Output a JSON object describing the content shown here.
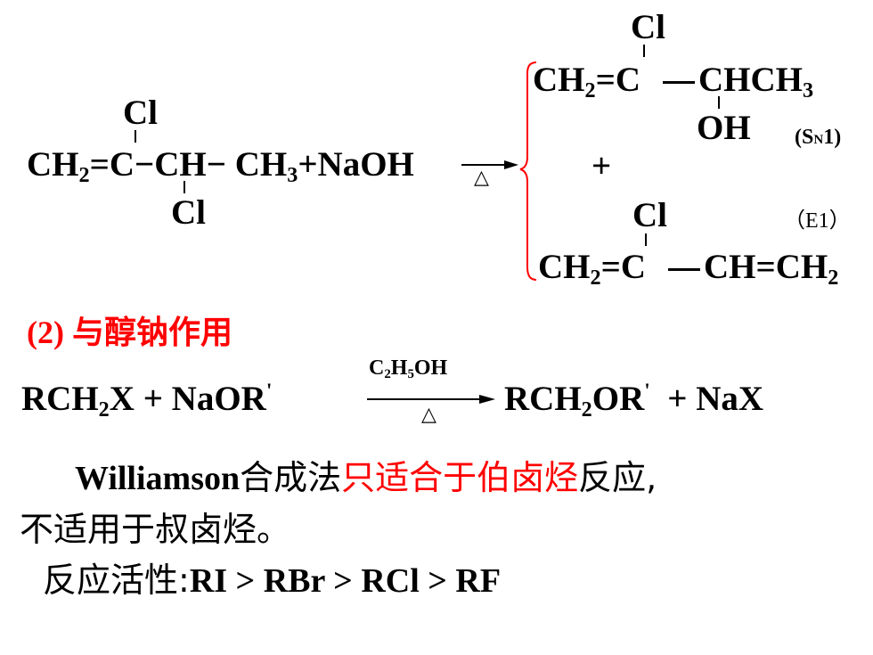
{
  "reaction1": {
    "left": {
      "cl_top": "Cl",
      "ch2": "CH",
      "ch2_sub": "2",
      "eq": "=",
      "c": "C",
      "dash1": "−",
      "ch": "CH",
      "dash2": "−",
      "ch3": "CH",
      "ch3_sub": "3",
      "plus_naoh": "+NaOH",
      "cl_bottom": "Cl"
    },
    "arrow_condition": "△",
    "product_sn1": {
      "cl": "Cl",
      "ch2": "CH",
      "ch2_sub": "2",
      "eq_c": "=C",
      "dash": "−",
      "chch3": "CHCH",
      "chch3_sub": "3",
      "oh": "OH",
      "mech_open": "(S",
      "mech_n": "N",
      "mech_close": "1)"
    },
    "plus": "+",
    "product_e1": {
      "cl": "Cl",
      "mech": "（E1）",
      "ch2": "CH",
      "ch2_sub": "2",
      "eq_c": "=C",
      "dash": "−",
      "chch": "CH=CH",
      "chch_sub": "2"
    }
  },
  "section2": {
    "title": "(2) 与醇钠作用"
  },
  "reaction2": {
    "rch2x": "RCH",
    "rch2x_sub": "2",
    "rch2x_end": "X",
    "plus_naor": "+ NaOR",
    "prime": "'",
    "cond_top_c": "C",
    "cond_top_c_sub": "2",
    "cond_top_h": "H",
    "cond_top_h_sub": "5",
    "cond_top_oh": "OH",
    "cond_bottom": "△",
    "product": "RCH",
    "product_sub": "2",
    "product_end": "OR",
    "product_prime": "'",
    "plus_nax": "+ NaX"
  },
  "text1": {
    "williamson": "Williamson",
    "part1": "合成法",
    "red_part": "只适合于伯卤烃",
    "part2": "反应,"
  },
  "text2": "不适用于叔卤烃。",
  "text3": {
    "label": "反应活性:",
    "series": "RI > RBr > RCl > RF"
  },
  "colors": {
    "accent_red": "#ff0000",
    "text": "#000000"
  }
}
